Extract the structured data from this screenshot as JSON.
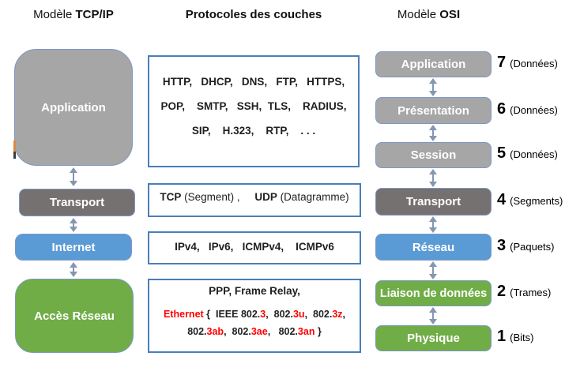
{
  "titles": {
    "tcpip_prefix": "Modèle ",
    "tcpip_bold": "TCP/IP",
    "middle": "Protocoles des couches",
    "osi_prefix": "Modèle ",
    "osi_bold": "OSI"
  },
  "tcpip_layers": {
    "application": "Application",
    "transport": "Transport",
    "internet": "Internet",
    "access": "Accès Réseau"
  },
  "protocols": {
    "application": {
      "line1": "HTTP,   DHCP,   DNS,   FTP,   HTTPS,",
      "line2": "POP,    SMTP,   SSH,  TLS,    RADIUS,",
      "line3": "SIP,    H.323,    RTP,    . . ."
    },
    "transport": {
      "segments": [
        {
          "t": "TCP",
          "b": 1
        },
        {
          "t": " (Segment) ,     "
        },
        {
          "t": "UDP",
          "b": 1
        },
        {
          "t": " (Datagramme)"
        }
      ]
    },
    "internet": {
      "line1": "IPv4,   IPv6,   ICMPv4,    ICMPv6"
    },
    "access": {
      "line1": "PPP, Frame Relay,",
      "line2_segments": [
        {
          "t": "Ethernet ",
          "r": 1
        },
        {
          "t": "{  IEEE 802."
        },
        {
          "t": "3",
          "r": 1
        },
        {
          "t": ",  802."
        },
        {
          "t": "3u",
          "r": 1
        },
        {
          "t": ",  802."
        },
        {
          "t": "3z",
          "r": 1
        },
        {
          "t": ","
        }
      ],
      "line3_segments": [
        {
          "t": "802."
        },
        {
          "t": "3ab",
          "r": 1
        },
        {
          "t": ",  802."
        },
        {
          "t": "3ae",
          "r": 1
        },
        {
          "t": ",   802."
        },
        {
          "t": "3an",
          "r": 1
        },
        {
          "t": " }"
        }
      ]
    }
  },
  "osi_layers": [
    {
      "label": "Application",
      "number": "7",
      "unit": "(Données)"
    },
    {
      "label": "Présentation",
      "number": "6",
      "unit": "(Données)"
    },
    {
      "label": "Session",
      "number": "5",
      "unit": "(Données)"
    },
    {
      "label": "Transport",
      "number": "4",
      "unit": "(Segments)"
    },
    {
      "label": "Réseau",
      "number": "3",
      "unit": "(Paquets)"
    },
    {
      "label": "Liaison de données",
      "number": "2",
      "unit": "(Trames)"
    },
    {
      "label": "Physique",
      "number": "1",
      "unit": "(Bits)"
    }
  ],
  "colors": {
    "gray_fill": "#a6a6a6",
    "dark_gray_fill": "#767171",
    "blue_fill": "#5b9bd5",
    "green_fill": "#70ad47",
    "arrow": "#8496b0",
    "panel_border": "#4a7ebb",
    "red": "#ff0000"
  }
}
